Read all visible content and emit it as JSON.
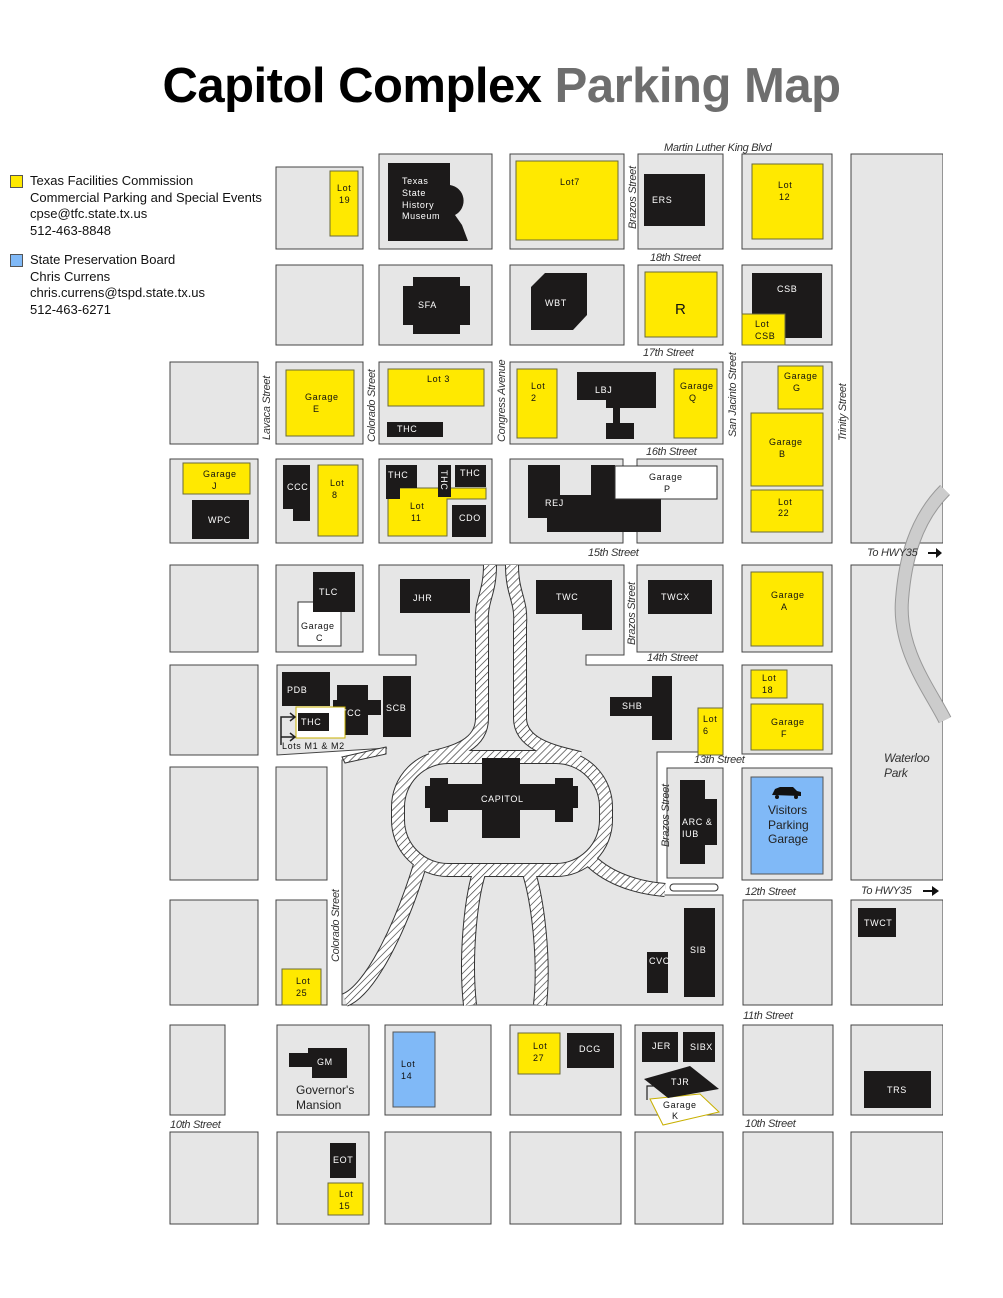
{
  "title": {
    "part1": "Capitol Complex",
    "part2": "Parking Map"
  },
  "legend": [
    {
      "color": "#ffe900",
      "lines": [
        "Texas Facilities Commission",
        "Commercial Parking and Special Events",
        "cpse@tfc.state.tx.us",
        "512-463-8848"
      ]
    },
    {
      "color": "#80b9f7",
      "lines": [
        "State Preservation Board",
        "Chris Currens",
        "chris.currens@tspd.state.tx.us",
        "512-463-6271"
      ]
    }
  ],
  "streets": {
    "mlk": "Martin Luther King Blvd",
    "s18": "18th Street",
    "s17": "17th Street",
    "s16": "16th Street",
    "s15": "15th Street",
    "s14": "14th Street",
    "s13": "13th Street",
    "s12": "12th Street",
    "s11": "11th Street",
    "s10": "10th Street",
    "hwy35": "To HWY35",
    "brazos": "Brazos Street",
    "lavaca": "Lavaca Street",
    "colorado": "Colorado Street",
    "congress": "Congress Avenue",
    "san_jacinto": "San Jacinto Street",
    "trinity": "Trinity Street",
    "waterloo": [
      "Waterloo",
      "Park"
    ]
  },
  "buildings": {
    "museum": [
      "Texas",
      "State",
      "History",
      "Museum"
    ],
    "ers": "ERS",
    "sfa": "SFA",
    "wbt": "WBT",
    "csb": "CSB",
    "lbj": "LBJ",
    "thc": "THC",
    "wpc": "WPC",
    "ccc": "CCC",
    "cdo": "CDO",
    "rej": "REJ",
    "tlc": "TLC",
    "jhr": "JHR",
    "twc": "TWC",
    "twcx": "TWCX",
    "pdb": "PDB",
    "tcc": "TCC",
    "scb": "SCB",
    "shb": "SHB",
    "arc": [
      "ARC &",
      "IUB"
    ],
    "capitol": "CAPITOL",
    "sib": "SIB",
    "cvc": "CVC",
    "twct": "TWCT",
    "gm": "GM",
    "governors_mansion": [
      "Governor's",
      "Mansion"
    ],
    "dcg": "DCG",
    "jer": "JER",
    "sibx": "SIBX",
    "tjr": "TJR",
    "eot": "EOT",
    "trs": "TRS"
  },
  "lots": {
    "lot19": [
      "Lot",
      "19"
    ],
    "lot7": [
      "Lot7"
    ],
    "lot12": [
      "Lot",
      "12"
    ],
    "r": [
      "R"
    ],
    "lot_csb": [
      "Lot",
      "CSB"
    ],
    "garage_e": [
      "Garage",
      "E"
    ],
    "lot3": [
      "Lot 3"
    ],
    "lot2": [
      "Lot",
      "2"
    ],
    "garage_q": [
      "Garage",
      "Q"
    ],
    "garage_g": [
      "Garage",
      "G"
    ],
    "garage_b": [
      "Garage",
      "B"
    ],
    "lot22": [
      "Lot",
      "22"
    ],
    "garage_j": [
      "Garage",
      "J"
    ],
    "lot8": [
      "Lot",
      "8"
    ],
    "lot11": [
      "Lot",
      "11"
    ],
    "garage_p": [
      "Garage",
      "P"
    ],
    "garage_c": [
      "Garage",
      "C"
    ],
    "garage_a": [
      "Garage",
      "A"
    ],
    "lot18": [
      "Lot",
      "18"
    ],
    "garage_f": [
      "Garage",
      "F"
    ],
    "lot6": [
      "Lot",
      "6"
    ],
    "visitors": [
      "Visitors",
      "Parking",
      "Garage"
    ],
    "lot25": [
      "Lot",
      "25"
    ],
    "lot14": [
      "Lot",
      "14"
    ],
    "lot27": [
      "Lot",
      "27"
    ],
    "garage_k": [
      "Garage",
      "K"
    ],
    "lot15": [
      "Lot",
      "15"
    ],
    "lots_m1_m2": "Lots M1 & M2"
  }
}
